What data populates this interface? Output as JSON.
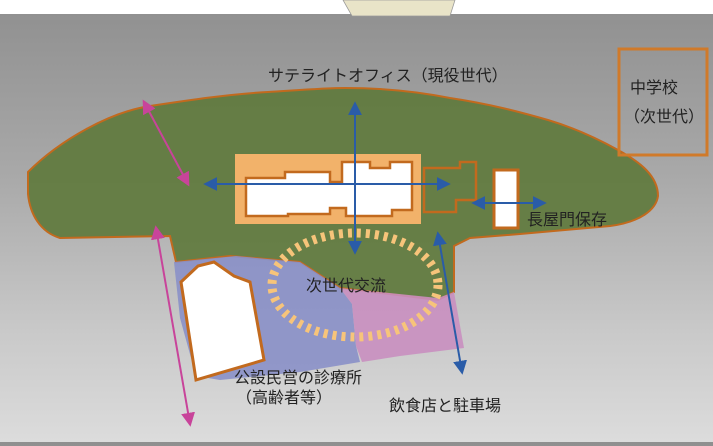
{
  "map": {
    "labels": {
      "satellite_office": "サテライトオフィス（現役世代）",
      "junior_high_line1": "中学校",
      "junior_high_line2": "（次世代）",
      "nagayamon": "長屋門保存",
      "next_gen_exchange": "次世代交流",
      "clinic_line1": "公設民営の診療所",
      "clinic_line2": "（高齢者等）",
      "restaurant_parking": "飲食店と駐車場"
    },
    "colors": {
      "site_green": "#5f7a3d",
      "site_outline": "#c26a1e",
      "office_fill": "#f2b26a",
      "building_outline": "#c26a1e",
      "clinic_zone": "#8a90c8",
      "food_zone": "#c98fc0",
      "exchange_ring": "#f7c47a",
      "arrow_blue": "#2a5ca8",
      "arrow_magenta": "#c8449a",
      "school_outline": "#d07a2a"
    }
  }
}
